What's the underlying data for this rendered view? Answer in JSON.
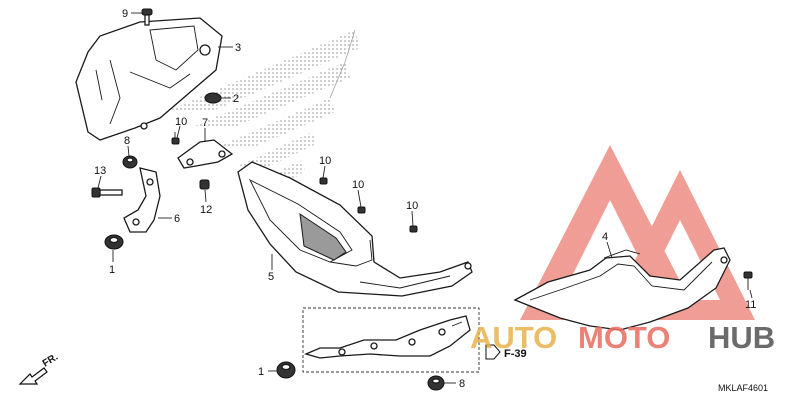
{
  "diagram": {
    "callouts": {
      "c9": "9",
      "c3": "3",
      "c2": "2",
      "c10a": "10",
      "c7": "7",
      "c8a": "8",
      "c13": "13",
      "c6": "6",
      "c1a": "1",
      "c12": "12",
      "c10b": "10",
      "c10c": "10",
      "c10d": "10",
      "c5": "5",
      "c4": "4",
      "c11": "11",
      "c1b": "1",
      "c8b": "8"
    },
    "reference": "F-39",
    "direction_label": "FR.",
    "diagram_code": "MKLAF4601"
  },
  "watermark": {
    "auto": "AUTO",
    "moto": "MOTO",
    "hub": "HUB",
    "colors": {
      "auto": "#e8b24a",
      "moto": "#e96b5d",
      "hub": "#6b6b6b",
      "triangle": "#e96b5d"
    }
  }
}
